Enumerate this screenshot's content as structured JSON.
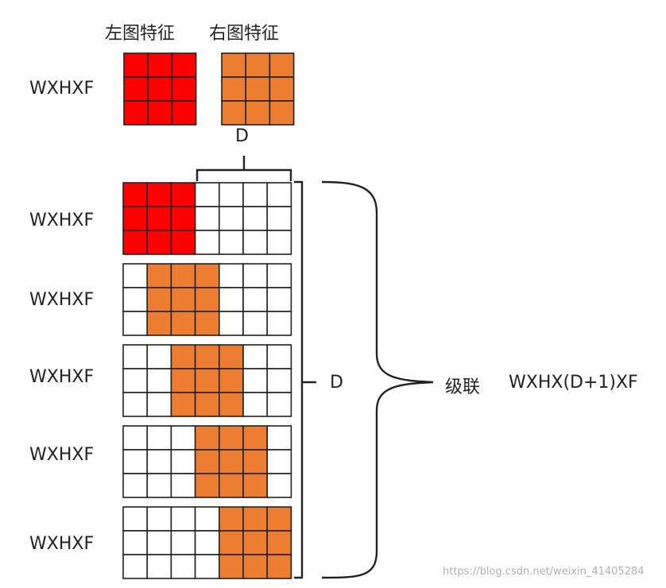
{
  "title_left": "左图特征",
  "title_right": "右图特征",
  "feature_label": "WXHXF",
  "row_labels": [
    "WXHXF",
    "WXHXF",
    "WXHXF",
    "WXHXF",
    "WXHXF",
    "WXHXF"
  ],
  "disparity_label_top": "D",
  "disparity_label_side": "D",
  "concat_label": "级联",
  "result_label": "WXHX(D+1)XF",
  "watermark": "https://blog.csdn.net/weixin_41405284",
  "colors": {
    "left_feature": "#ff0000",
    "right_feature": "#ed7d31",
    "empty_cell": "#ffffff",
    "grid_line": "#222222"
  },
  "grid": {
    "rows": 3,
    "feature_cols": 3,
    "volume_cols": 7,
    "shifts": [
      0,
      1,
      2,
      3,
      4
    ]
  }
}
